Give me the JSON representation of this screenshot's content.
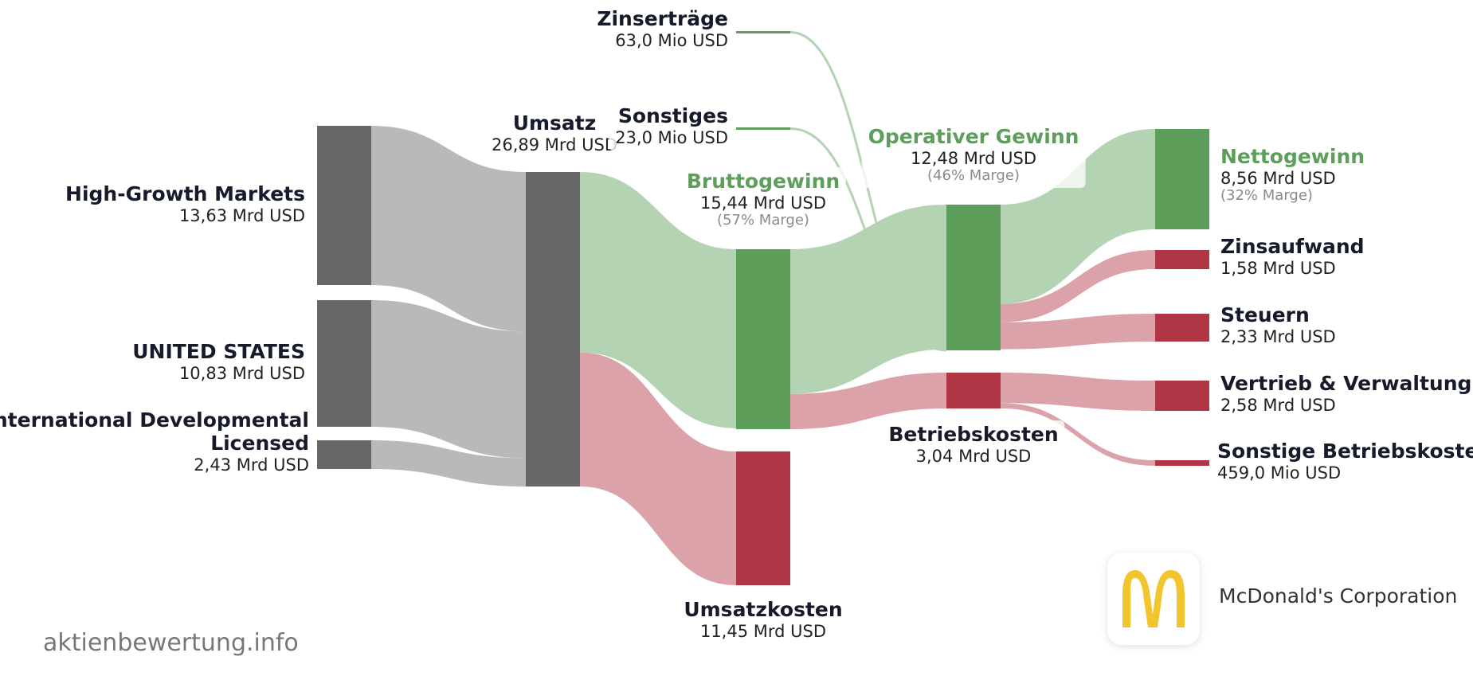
{
  "chart": {
    "colors": {
      "node_gray": "#676767",
      "node_green": "#5d9e5b",
      "node_red": "#b03545",
      "link_gray": "#b9b9b9",
      "link_green": "#b4d3b3",
      "link_red": "#dca2aa",
      "label_green": "#5d9e5b"
    },
    "nodes": {
      "hgm": {
        "title": "High-Growth Markets",
        "value": "13,63 Mrd USD"
      },
      "us": {
        "title": "UNITED STATES",
        "value": "10,83 Mrd USD"
      },
      "idl": {
        "title_line1": "International Developmental",
        "title_line2": "Licensed",
        "value": "2,43 Mrd USD"
      },
      "umsatz": {
        "title": "Umsatz",
        "value": "26,89 Mrd USD"
      },
      "zinsertraege": {
        "title": "Zinserträge",
        "value": "63,0 Mio USD"
      },
      "sonstiges": {
        "title": "Sonstiges",
        "value": "23,0 Mio USD"
      },
      "brutto": {
        "title": "Bruttogewinn",
        "value": "15,44 Mrd USD",
        "margin": "(57% Marge)"
      },
      "umsatzkosten": {
        "title": "Umsatzkosten",
        "value": "11,45 Mrd USD"
      },
      "opgewinn": {
        "title": "Operativer Gewinn",
        "value": "12,48 Mrd USD",
        "margin": "(46% Marge)"
      },
      "betriebskosten": {
        "title": "Betriebskosten",
        "value": "3,04 Mrd USD"
      },
      "netto": {
        "title": "Nettogewinn",
        "value": "8,56 Mrd USD",
        "margin": "(32% Marge)"
      },
      "zinsaufwand": {
        "title": "Zinsaufwand",
        "value": "1,58 Mrd USD"
      },
      "steuern": {
        "title": "Steuern",
        "value": "2,33 Mrd USD"
      },
      "vertrieb": {
        "title": "Vertrieb & Verwaltung",
        "value": "2,58 Mrd USD"
      },
      "sonstbk": {
        "title": "Sonstige Betriebskosten",
        "value": "459,0 Mio USD"
      }
    },
    "flows": [
      {
        "from": "hgm",
        "to": "umsatz",
        "value": 13.63
      },
      {
        "from": "us",
        "to": "umsatz",
        "value": 10.83
      },
      {
        "from": "idl",
        "to": "umsatz",
        "value": 2.43
      },
      {
        "from": "umsatz",
        "to": "brutto",
        "value": 15.44
      },
      {
        "from": "umsatz",
        "to": "umsatzkosten",
        "value": 11.45
      },
      {
        "from": "brutto",
        "to": "opgewinn",
        "value": 12.48
      },
      {
        "from": "brutto",
        "to": "betriebskosten",
        "value": 3.04
      },
      {
        "from": "zinsertraege",
        "to": "opgewinn",
        "value": 0.063
      },
      {
        "from": "sonstiges",
        "to": "opgewinn",
        "value": 0.023
      },
      {
        "from": "opgewinn",
        "to": "netto",
        "value": 8.56
      },
      {
        "from": "opgewinn",
        "to": "zinsaufwand",
        "value": 1.58
      },
      {
        "from": "opgewinn",
        "to": "steuern",
        "value": 2.33
      },
      {
        "from": "betriebskosten",
        "to": "vertrieb",
        "value": 2.58
      },
      {
        "from": "betriebskosten",
        "to": "sonstbk",
        "value": 0.459
      }
    ]
  },
  "company": "McDonald's Corporation",
  "watermark": "aktienbewertung.info"
}
